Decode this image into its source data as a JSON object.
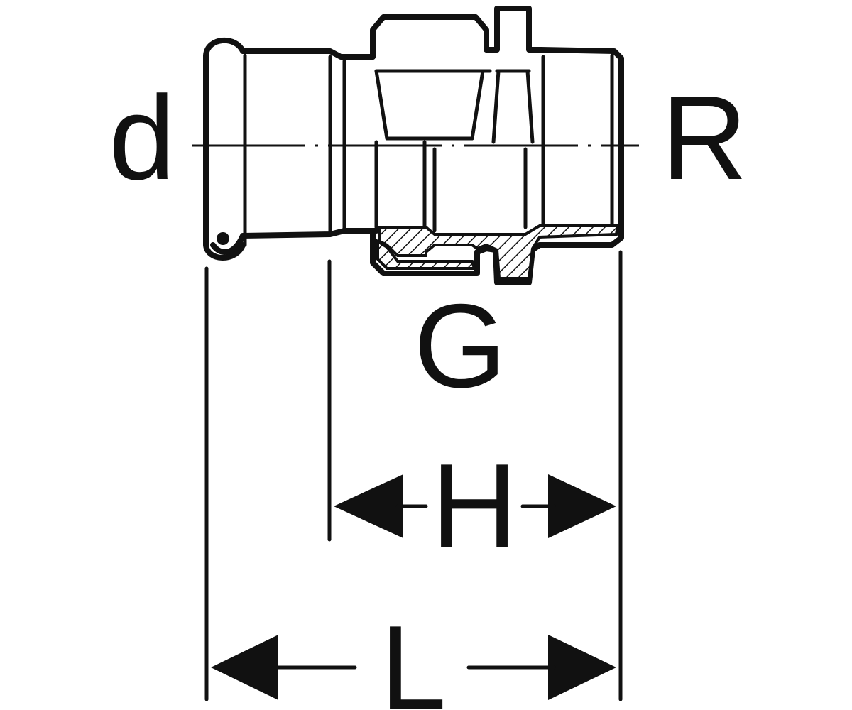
{
  "labels": {
    "d": "d",
    "R": "R",
    "G": "G",
    "H": "H",
    "L": "L"
  },
  "colors": {
    "line": "#111111",
    "background": "#ffffff"
  }
}
